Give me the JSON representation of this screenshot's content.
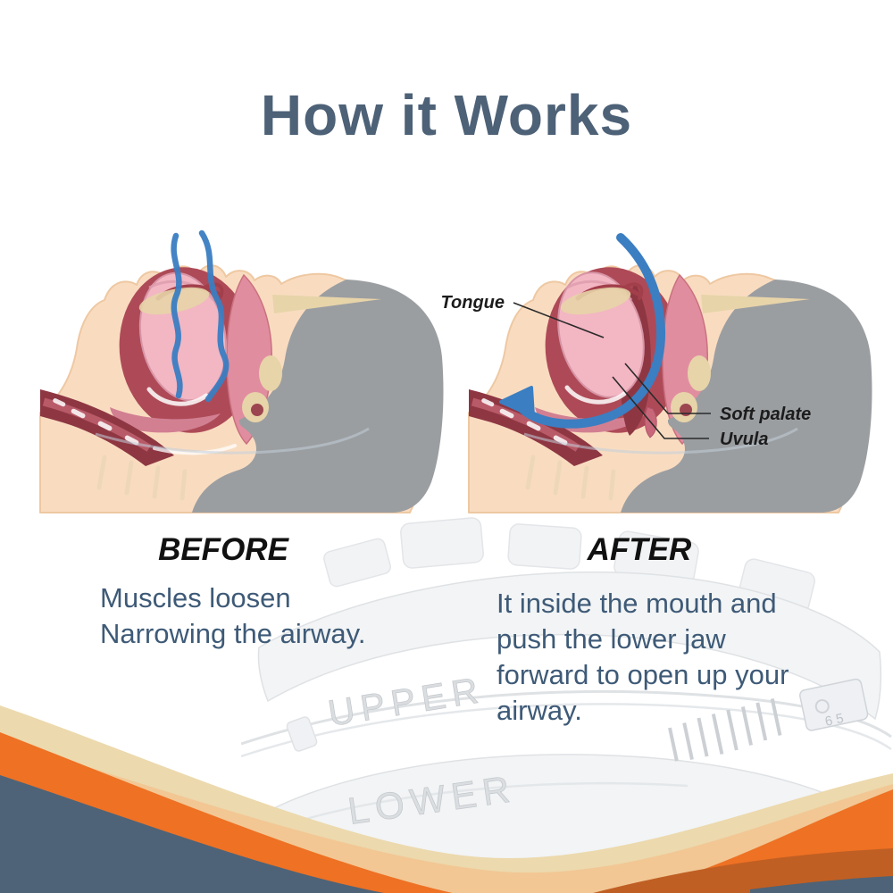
{
  "title": "How it Works",
  "sections": {
    "before": {
      "label": "BEFORE",
      "line1": "Muscles loosen",
      "line2": "Narrowing the airway."
    },
    "after": {
      "label": "AFTER",
      "line1": "It inside the mouth and",
      "line2": "push the lower jaw",
      "line3": "forward to open up your",
      "line4": "airway."
    }
  },
  "annotations": {
    "tongue": "Tongue",
    "soft_palate": "Soft palate",
    "uvula": "Uvula"
  },
  "product": {
    "upper_label": "UPPER",
    "lower_label": "LOWER",
    "adjuster_marks": "6  5"
  },
  "colors": {
    "title_text": "#4d6177",
    "body_text": "#3e5a77",
    "label_text": "#111111",
    "airflow_blue": "#3b7ec2",
    "head_gray": "#9b9ea1",
    "skin": "#f9dcc0",
    "tongue_pink": "#f3b6c3",
    "throat_red": "#8e3743",
    "cream": "#ecd9ad",
    "peach": "#f2c794",
    "orange": "#ee7124",
    "burnt_orange": "#c05f23",
    "slate": "#4e6377"
  }
}
